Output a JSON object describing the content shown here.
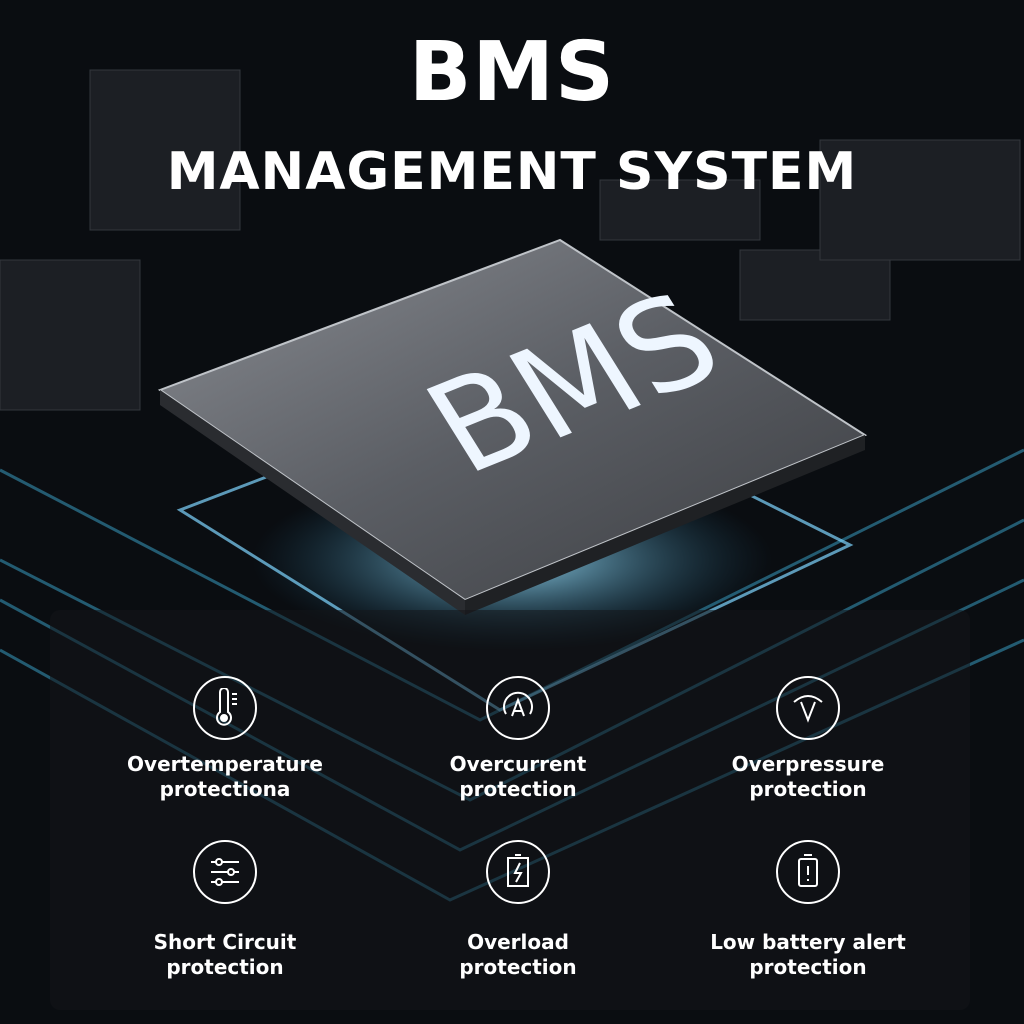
{
  "header": {
    "title": "BMS",
    "subtitle": "MANAGEMENT SYSTEM"
  },
  "chip": {
    "label": "BMS"
  },
  "features": [
    {
      "icon": "thermometer-icon",
      "line1": "Overtemperature",
      "line2": "protectiona"
    },
    {
      "icon": "ammeter-icon",
      "line1": "Overcurrent",
      "line2": "protection"
    },
    {
      "icon": "voltmeter-icon",
      "line1": "Overpressure",
      "line2": "protection"
    },
    {
      "icon": "sliders-icon",
      "line1": "Short Circuit",
      "line2": "protection"
    },
    {
      "icon": "battery-bolt-icon",
      "line1": "Overload",
      "line2": "protection"
    },
    {
      "icon": "battery-alert-icon",
      "line1": "Low battery alert",
      "line2": "protection"
    }
  ],
  "colors": {
    "glow": "#6fd0ff",
    "circuit": "#2a6f8a"
  }
}
